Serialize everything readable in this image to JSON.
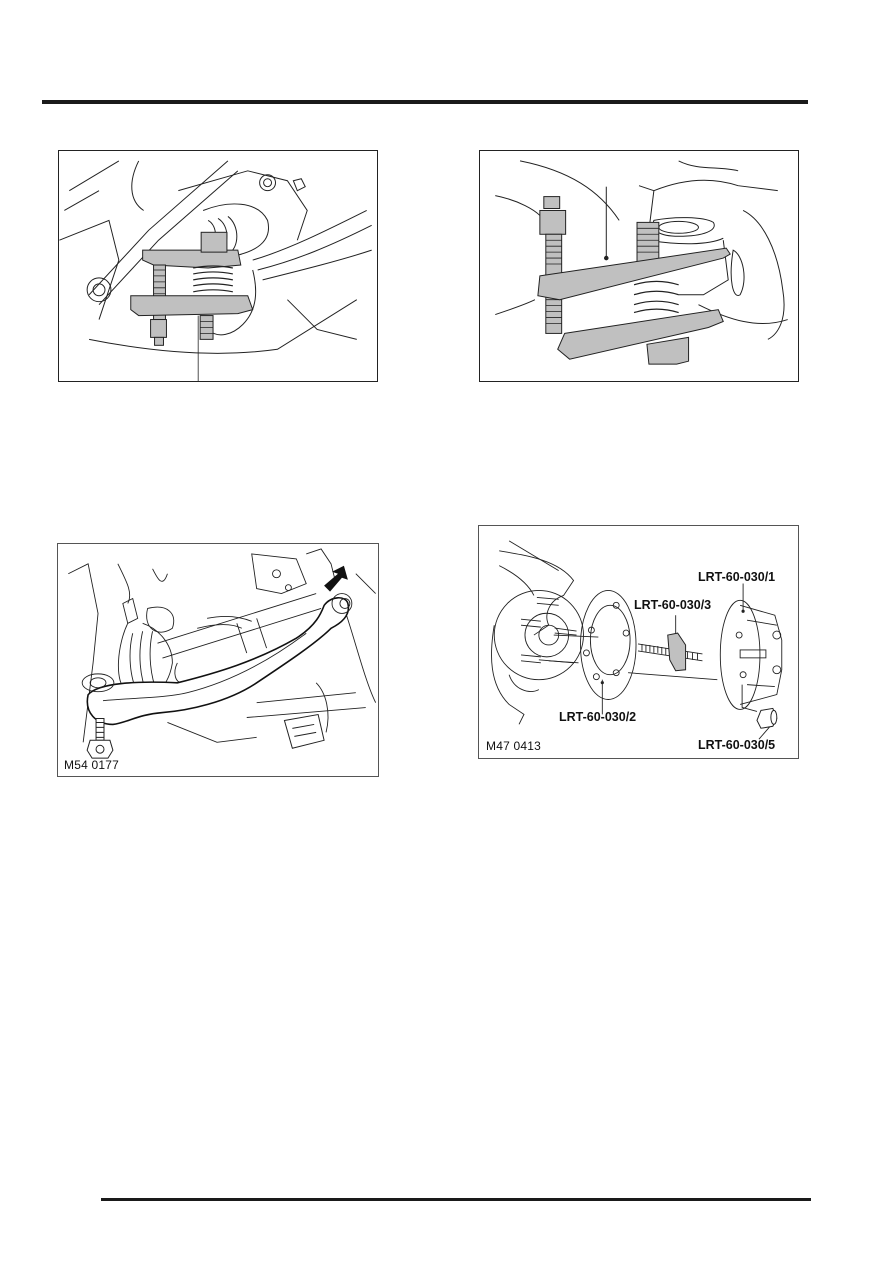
{
  "page": {
    "header_rule": true,
    "footer_rule": true
  },
  "figures": [
    {
      "id": "fig1",
      "description": "Ball joint splitter tool fitted to lower arm ball joint",
      "code": ""
    },
    {
      "id": "fig2",
      "description": "Ball joint splitter tool close-up with callout leader",
      "code": ""
    },
    {
      "id": "fig3",
      "description": "Lower arm assembly highlighted with arrow at bush fixing",
      "code": "M54 0177"
    },
    {
      "id": "fig4",
      "description": "Hub puller tool kit exploded view",
      "code": "M47 0413",
      "callouts": [
        {
          "label": "LRT-60-030/1"
        },
        {
          "label": "LRT-60-030/3"
        },
        {
          "label": "LRT-60-030/2"
        },
        {
          "label": "LRT-60-030/5"
        }
      ]
    }
  ],
  "colors": {
    "rule": "#1a1a1a",
    "tool_gray": "#c0c0c0",
    "line": "#222222"
  }
}
